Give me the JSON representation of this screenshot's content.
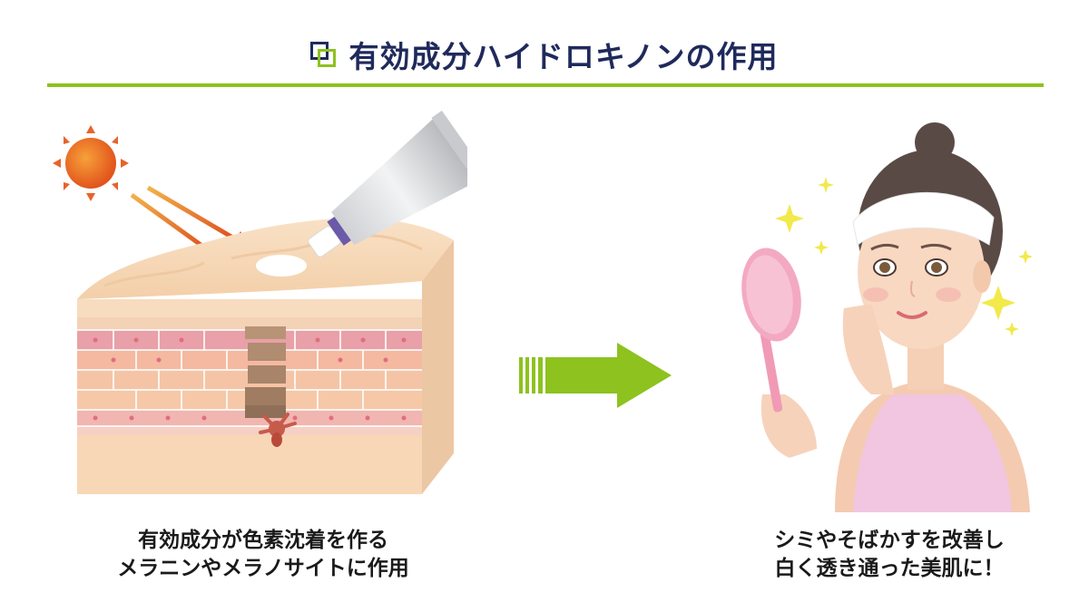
{
  "header": {
    "title": "有効成分ハイドロキノンの作用",
    "icon": "overlapping-squares-icon",
    "colors": {
      "title": "#1f2a5c",
      "accent": "#8dc21f"
    }
  },
  "left": {
    "caption_line1": "有効成分が色素沈着を作る",
    "caption_line2": "メラニンやメラノサイトに作用"
  },
  "right": {
    "caption_line1": "シミやそばかすを改善し",
    "caption_line2": "白く透き通った美肌に！"
  },
  "arrow": {
    "icon": "right-arrow-icon",
    "color": "#8dc21f"
  }
}
